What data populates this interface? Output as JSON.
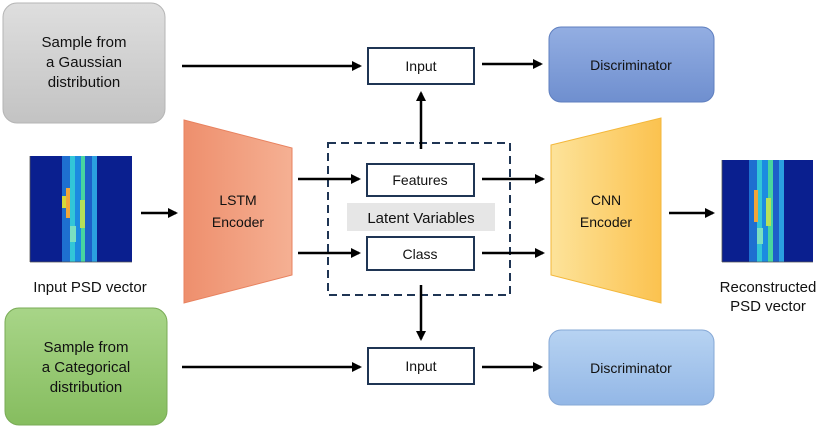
{
  "gaussian_box": {
    "lines": [
      "Sample from",
      "a Gaussian",
      "distribution"
    ]
  },
  "categorical_box": {
    "lines": [
      "Sample from",
      "a Categorical",
      "distribution"
    ]
  },
  "input_top": {
    "label": "Input"
  },
  "input_bottom": {
    "label": "Input"
  },
  "discriminator_top": {
    "label": "Discriminator"
  },
  "discriminator_bottom": {
    "label": "Discriminator"
  },
  "lstm_encoder": {
    "lines": [
      "LSTM",
      "Encoder"
    ]
  },
  "cnn_encoder": {
    "lines": [
      "CNN",
      "Encoder"
    ]
  },
  "latent": {
    "title": "Latent Variables",
    "features_label": "Features",
    "class_label": "Class"
  },
  "input_psd": {
    "caption": "Input PSD vector"
  },
  "reconstructed_psd": {
    "caption_lines": [
      "Reconstructed",
      "PSD vector"
    ]
  },
  "colors": {
    "gaussian_fill": "#d3d3d3",
    "categorical_fill": "#9fce7e",
    "discriminator_top_fill": "#7f9fd8",
    "discriminator_bottom_fill": "#a9c8ec",
    "lstm_fill": "#ef9a7a",
    "cnn_fill": "#fcd373",
    "latent_title_bg": "#e6e6e6",
    "heatmap_bg": "#0a1f8f"
  }
}
